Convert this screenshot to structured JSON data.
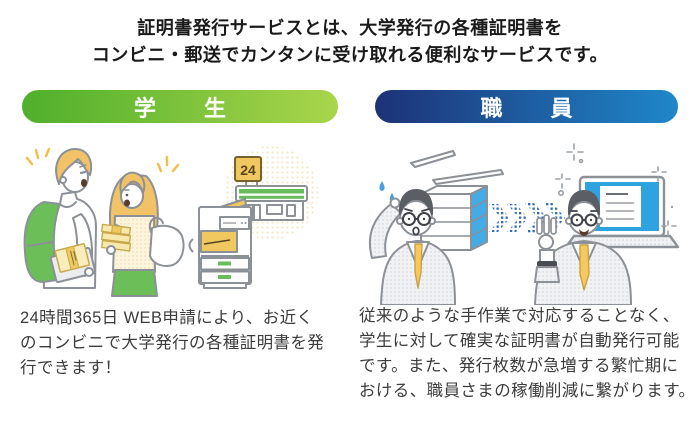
{
  "header": {
    "lines": [
      "証明書発行サービスとは、大学発行の各種証明書を",
      "コンビニ・郵送でカンタンに受け取れる便利なサービスです。"
    ]
  },
  "student": {
    "banner_label": "学生",
    "banner_gradient": [
      "#4FAF2B",
      "#A9D54B"
    ],
    "description_lines": [
      "24時間365日 WEB申請により、お近く",
      "のコンビニで大学発行の各種証明書を発",
      "行できます！"
    ],
    "illustration": {
      "store_sign": "24",
      "elements": [
        "student-boy",
        "student-girl",
        "certificate-envelopes",
        "tote-bag",
        "multifunction-printer",
        "convenience-store"
      ]
    }
  },
  "staff": {
    "banner_label": "職員",
    "banner_gradient": [
      "#1D3277",
      "#1F87C9"
    ],
    "description_lines": [
      "従来のような手作業で対応することなく、",
      "学生に対して確実な証明書が自動発行可能",
      "です。また、発行枚数が急増する繁忙期に",
      "おける、職員さまの稼働削減に繋がります。"
    ],
    "illustration": {
      "elements": [
        "stressed-staff",
        "paper-stack",
        "flying-papers",
        "flow-arrows",
        "relaxed-staff",
        "laptop"
      ]
    }
  },
  "colors": {
    "heading_text": "#1A1A1A",
    "body_text": "#3C3C3C",
    "outline_grey": "#8C9097",
    "hair_dark": "#5B5E64",
    "hair_gold": "#F2C366",
    "green": "#6CBE58",
    "yellow": "#F1C75F",
    "tie_yellow": "#F6C95C",
    "sweat_blue": "#4C9FD9",
    "paper_side_blue": "#45ABE4",
    "screen_blue": "#2FA3E0",
    "arrow_blue": "#2E6CB8"
  }
}
